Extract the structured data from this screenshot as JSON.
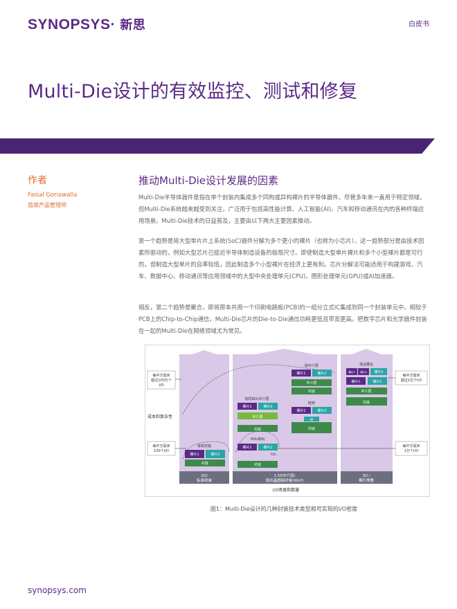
{
  "header": {
    "logo_text": "SYNOPSYS",
    "logo_mark": "·",
    "logo_cn": "新思",
    "doc_type": "白皮书"
  },
  "title": "Multi-Die设计的有效监控、测试和修复",
  "author": {
    "heading": "作者",
    "name": "Faisal Goriawalla",
    "role": "首席产品管理师"
  },
  "section": {
    "heading": "推动Multi-Die设计发展的因素",
    "paragraphs": [
      "Multi-Die半导体器件是指在单个封装内集成多个同构或异构裸片的半导体器件。尽管多年来一直用于特定领域，但Multi-Die系统越来越受到关注，广泛用于包括高性能计算、人工智能(AI)、汽车和移动通讯在内的各种终端应用场景。Multi-Die技术的日益普及，主要由以下两大主要因素推动。",
      "第一个趋势是将大型单片片上系统(SoC)器件分解为多个更小的裸片（也称为小芯片）。这一趋势部分是由技术因素所驱动的，例如大型芯片已接近半导体制造设备的极限尺寸。即使制造大型单片裸片和多个小型裸片都是可行的，但制造大型单片的良率较低，因此制造多个小型裸片在经济上更有利。芯片分解法可能适用于构建游戏、汽车、数据中心、移动通讯等应用领域中的大型中央处理单元(CPU)、图形处理单元(GPU)或AI加速器。",
      "相反，第二个趋势是聚合，即将原本共用一个印刷电路板(PCB)的一组分立式IC集成到同一个封装单元中。相较于PCB上的Chip-to-Chip通信，Multi-Die芯片的Die-to-Die通信功耗更低且带宽更高。把数字芯片和光学器件封装在一起的Multi-Die在网络领域尤为常见。"
    ]
  },
  "figure": {
    "caption": "图1：Multi-Die设计的几种封装技术类型和可实现的I/O密度",
    "x_axis_label": "I/O密度和数量",
    "y_axis_label": "成本和复杂性",
    "left_top_note": [
      "每平方毫米",
      "超过100万个",
      "I/O"
    ],
    "left_bottom_note": [
      "每平方毫米",
      "100个I/O"
    ],
    "right_top_note": [
      "每平方毫米",
      "超过1亿个I/O"
    ],
    "right_bottom_note": [
      "每平方毫米",
      "1万个I/O"
    ],
    "columns": [
      {
        "label_1": "2D/",
        "label_2": "标准封装"
      },
      {
        "label_1": "2.5D中介层/",
        "label_2": "扇出晶圆级封装(WLP)"
      },
      {
        "label_1": "3D /",
        "label_2": "裸片堆叠"
      }
    ],
    "labels": {
      "organic_substrate": "有机衬底",
      "organic_rdl_interposer": "有机RDL中介层",
      "rdl_fanout": "RDL扇出",
      "si_interposer": "硅中介层",
      "si_bridge": "硅桥",
      "hybrid_bonding": "混合键合",
      "die1": "裸片1",
      "die2": "裸片2",
      "die3": "裸片3",
      "die4": "裸片4",
      "die5": "裸片5",
      "interposer": "中介层",
      "substrate": "衬底",
      "bridge": "桥",
      "rdl": "RDL"
    }
  },
  "footer": {
    "website": "synopsys.com"
  },
  "colors": {
    "brand_purple": "#5b2a86",
    "band_purple": "#4a2474",
    "accent_orange": "#e16d2c",
    "die_purple": "#5b2a86",
    "die_teal": "#2aa5a5",
    "substrate_green": "#3d8a4b",
    "interposer_green": "#76bb3c",
    "column_bg": "#d9c8e8",
    "column_label_bg": "#6b6f7f"
  }
}
